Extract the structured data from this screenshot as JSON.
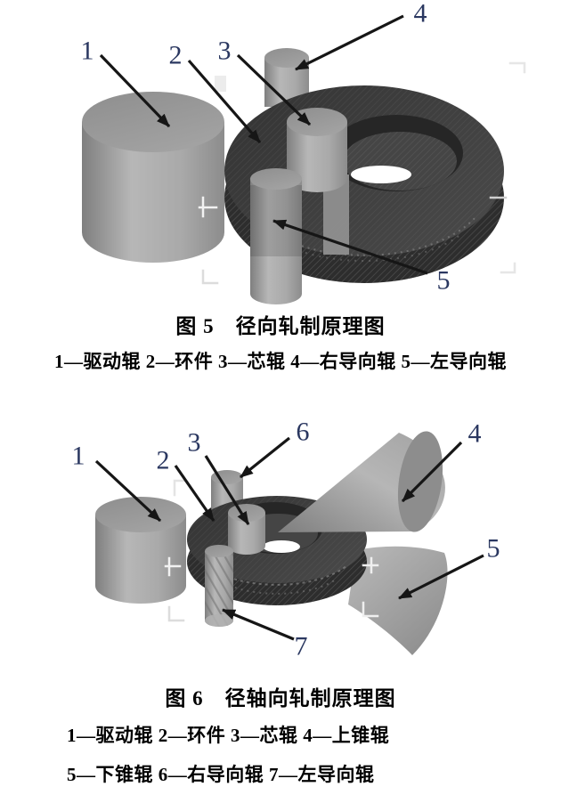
{
  "document": {
    "type": "paper-figure-excerpt",
    "background": "#ffffff"
  },
  "figure5": {
    "caption": "图 5　径向轧制原理图",
    "legend": "1—驱动辊 2—环件 3—芯辊 4—右导向辊 5—左导向辊",
    "callouts": [
      "1",
      "2",
      "3",
      "4",
      "5"
    ],
    "parts": {
      "1": "驱动辊",
      "2": "环件",
      "3": "芯辊",
      "4": "右导向辊",
      "5": "左导向辊"
    }
  },
  "figure6": {
    "caption": "图 6　径轴向轧制原理图",
    "legend_line1": "1—驱动辊 2—环件 3—芯辊 4—上锥辊",
    "legend_line2": "5—下锥辊 6—右导向辊 7—左导向辊",
    "callouts": [
      "1",
      "2",
      "3",
      "4",
      "5",
      "6",
      "7"
    ],
    "parts": {
      "1": "驱动辊",
      "2": "环件",
      "3": "芯辊",
      "4": "上锥辊",
      "5": "下锥辊",
      "6": "右导向辊",
      "7": "左导向辊"
    }
  },
  "colors": {
    "ring_top": "#3e3e3e",
    "ring_side": "#2d2d2d",
    "roller_gray": "#a9a9a9",
    "callout_digit": "#2a3760",
    "arrow": "#161616",
    "caption_text": "#000000"
  }
}
